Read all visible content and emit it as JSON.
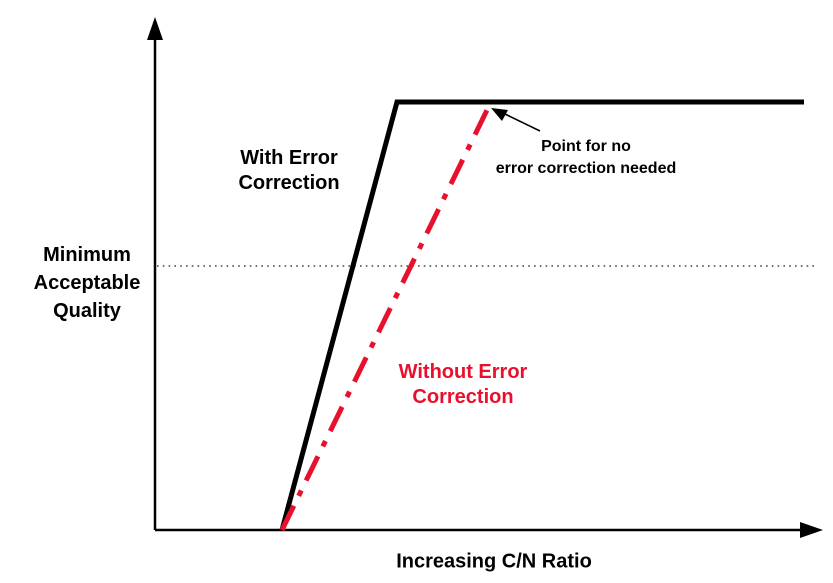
{
  "labels": {
    "with_error": "With Error\nCorrection",
    "min_quality": "Minimum\nAcceptable\nQuality",
    "annotation": "Point for no\nerror correction needed",
    "without_error": "Without Error\nCorrection",
    "x_axis": "Increasing C/N Ratio"
  },
  "colors": {
    "line_black": "#000000",
    "line_red": "#E8112D",
    "threshold_gray": "#444444",
    "text_black": "#000000",
    "background": "#ffffff"
  },
  "chart_data": {
    "type": "line",
    "title": "",
    "xlabel": "Increasing C/N Ratio",
    "ylabel": "",
    "axes": "conceptual axes with arrowheads, no numeric ticks or gridlines",
    "legend_position": "inline labels next to each line",
    "series": [
      {
        "name": "With Error Correction",
        "color": "#000000",
        "line_style": "solid",
        "points_pct": [
          [
            19,
            0
          ],
          [
            36,
            84
          ],
          [
            97,
            84
          ]
        ],
        "shape": "steep rise from x-axis then flat plateau at top quality"
      },
      {
        "name": "Without Error Correction",
        "color": "#E8112D",
        "line_style": "dash-dot",
        "points_pct": [
          [
            19,
            0
          ],
          [
            50,
            83
          ]
        ],
        "shape": "shallower straight rise ending at plateau level"
      }
    ],
    "reference_line": {
      "label": "Minimum Acceptable Quality",
      "y_pct": 52,
      "style": "dotted horizontal line across plot"
    },
    "annotation": {
      "text": "Point for no\nerror correction needed",
      "points_to": "top end of Without Error Correction line",
      "target_pct": [
        50,
        83
      ]
    }
  },
  "geometry": {
    "y_axis_line": "155,530 155,36",
    "y_axis_arrowhead": "155,17 147,40 163,40",
    "x_axis_line": "155,530 807,530",
    "x_axis_arrowhead": "823,530 800,522 800,538",
    "with_error_line": "282,530 397,102 804,102",
    "without_error_line": "282,530 488,108",
    "threshold_line": "157,266 818,266",
    "annotation_arrow_line": "540,131 505,114",
    "annotation_arrowhead": "491,108 508,110 502,121"
  }
}
